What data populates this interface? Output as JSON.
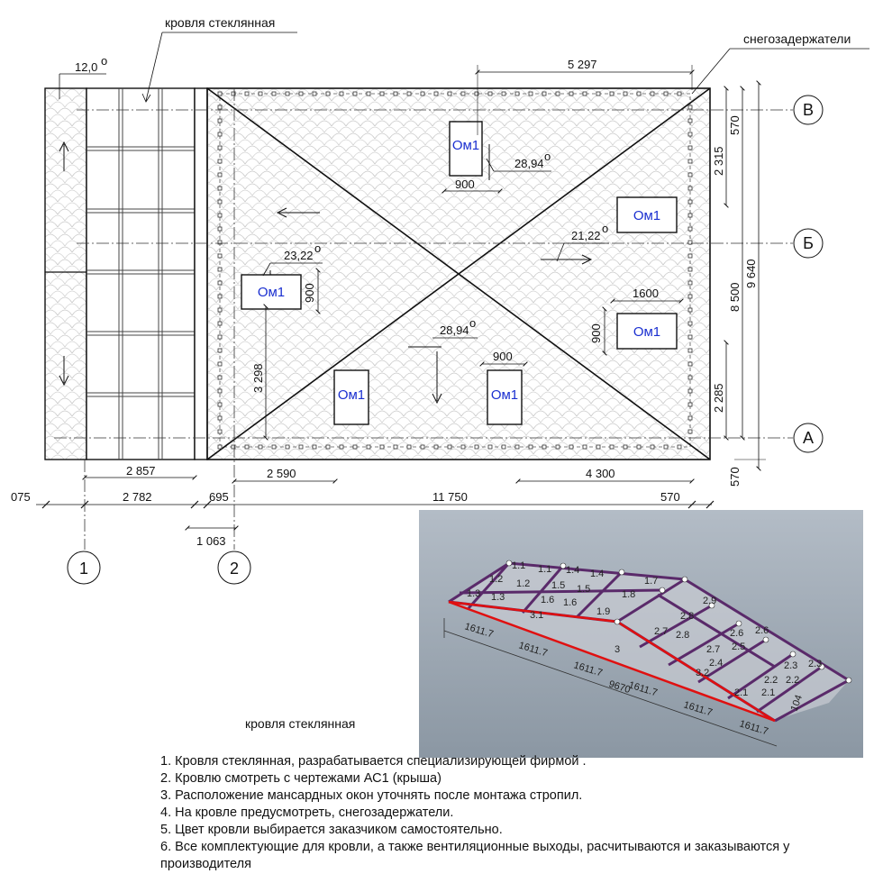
{
  "labels": {
    "glass_roof_top": "кровля стеклянная",
    "snow_guards": "снегозадержатели",
    "glass_roof_bottom": "кровля стеклянная",
    "window": "Ом1"
  },
  "axes": {
    "rows": [
      "В",
      "Б",
      "А"
    ],
    "cols": [
      "1",
      "2"
    ]
  },
  "dimensions": {
    "slope_glass": "12,0",
    "top_5297": "5 297",
    "slope_a": "28,94",
    "d900_a": "900",
    "slope_b": "21,22",
    "slope_c": "23,22",
    "d900_c": "900",
    "d1600": "1600",
    "d900_d": "900",
    "slope_d": "28,94",
    "d900_e": "900",
    "d3298": "3 298",
    "r570_top": "570",
    "r2315": "2 315",
    "r8500": "8 500",
    "r9640": "9 640",
    "r2285": "2 285",
    "r570_bot": "570",
    "b2857": "2 857",
    "b2590": "2 590",
    "b4300": "4 300",
    "b075": "075",
    "b2782": "2 782",
    "b695": "695",
    "b11750": "11 750",
    "b570": "570",
    "b1063": "1 063"
  },
  "model3d": {
    "panels": [
      "1.1",
      "1.2",
      "1.3",
      "1.4",
      "1.5",
      "1.6",
      "1.7",
      "1.8",
      "1.9",
      "1.1",
      "1.2",
      "1.3",
      "1.4",
      "1.5",
      "1.6",
      "2.9",
      "2.8",
      "2.7",
      "2.6",
      "2.5",
      "2.4",
      "2.3",
      "2.2",
      "2.1",
      "2.6",
      "2.7",
      "2.8",
      "2.3",
      "2.2",
      "2.1",
      "3",
      "3.1",
      "3.2"
    ],
    "spans": [
      "1611.7",
      "1611.7",
      "1611.7",
      "1611.7",
      "1611.7",
      "1611.7",
      "9670",
      "104"
    ]
  },
  "notes": [
    "1. Кровля стеклянная, разрабатывается специализирующей фирмой .",
    "2. Кровлю смотреть с чертежами АС1 (крыша)",
    "3. Расположение мансардных окон уточнять после монтажа стропил.",
    "4. На кровле предусмотреть, снегозадержатели.",
    "5. Цвет кровли выбирается заказчиком самостоятельно.",
    "6. Все комплектующие для кровли, а также вентиляционные выходы, расчитываются и заказываются у производителя"
  ],
  "colors": {
    "window_text": "#1a2fd0",
    "frame_purple": "#5a2a6a",
    "beam_red": "#e01010",
    "model_bg": "#9aa7b3"
  }
}
